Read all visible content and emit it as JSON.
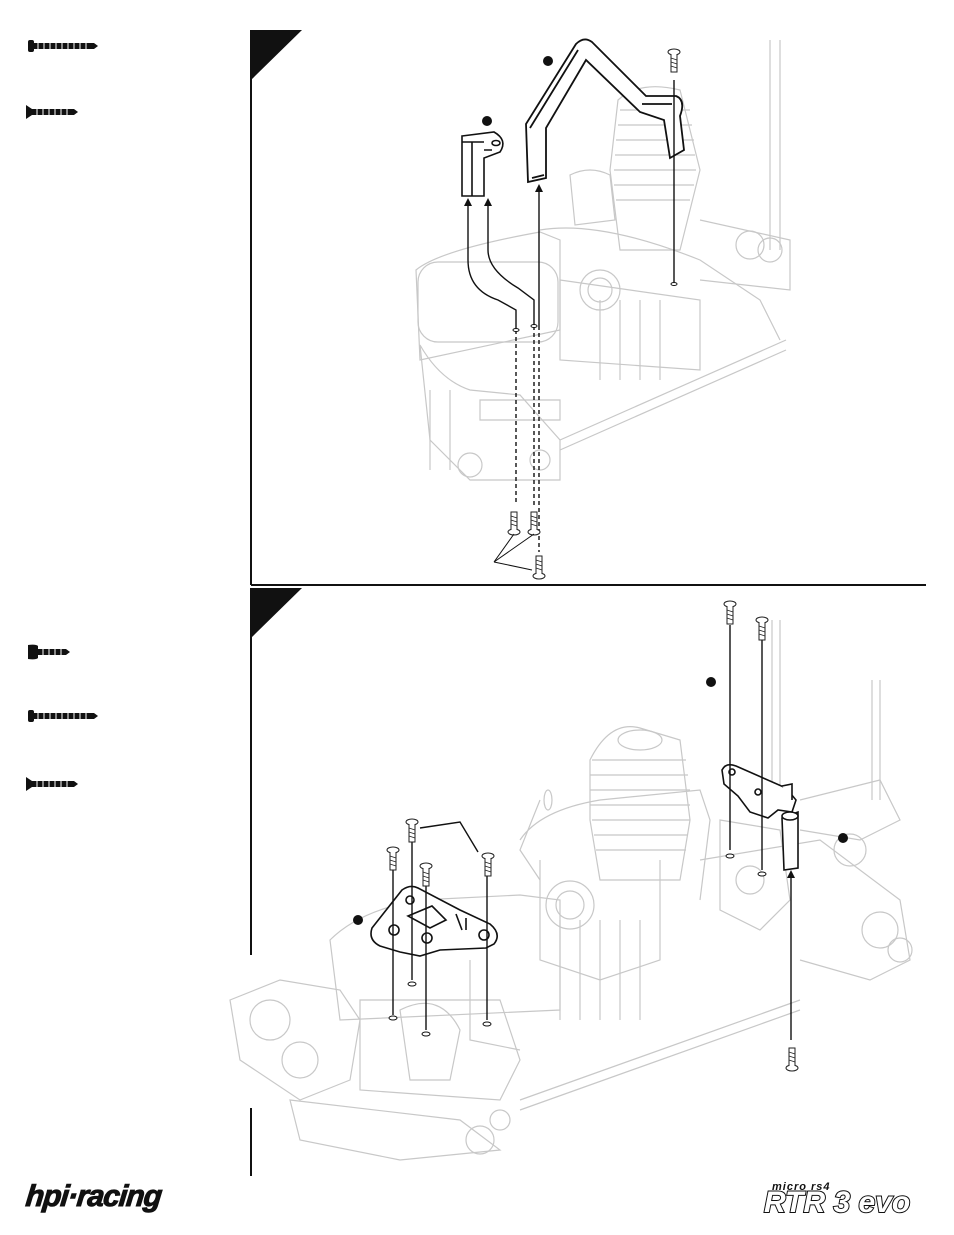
{
  "footer": {
    "brand_left": "hpi·racing",
    "brand_right_small": "micro rs4",
    "brand_right_main": "RTR 3 evo"
  },
  "icons": {
    "hardware": [
      "long-screw-icon",
      "short-flat-screw-icon",
      "button-screw-icon",
      "long-button-screw-icon",
      "flat-screw-icon"
    ]
  },
  "colors": {
    "ink": "#111111",
    "faint": "#cfcfcf",
    "paper": "#ffffff"
  }
}
